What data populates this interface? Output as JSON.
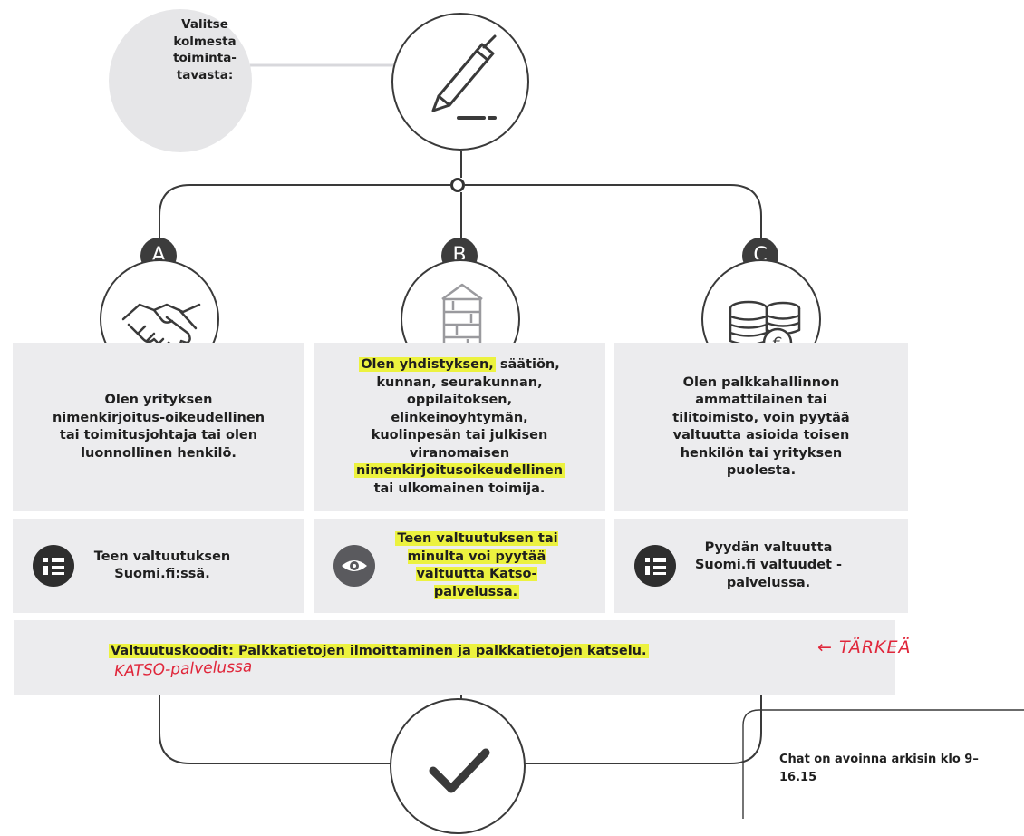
{
  "intro": {
    "text": "Valitse kolmesta toiminta-tavasta:"
  },
  "options": [
    {
      "letter": "A",
      "icon": "handshake-icon",
      "description": "Olen yrityksen nimenkirjoitus-oikeudellinen tai toimitusjohtaja tai olen luonnollinen henkilö.",
      "action_icon": "list-icon",
      "action": "Teen valtuutuksen Suomi.fi:ssä."
    },
    {
      "letter": "B",
      "icon": "building-icon",
      "description_parts": [
        {
          "text": "Olen yhdistyksen,",
          "highlight": true
        },
        {
          "text": " säätiön, kunnan, seurakunnan, oppilaitoksen, elinkeinoyhtymän, kuolinpesän tai julkisen viranomaisen ",
          "highlight": false
        },
        {
          "text": "nimenkirjoitusoikeudellinen",
          "highlight": true
        },
        {
          "text": " tai ulkomainen toimija.",
          "highlight": false
        }
      ],
      "action_icon": "eye-icon",
      "action": "Teen valtuutuksen tai minulta voi pyytää valtuutta Katso-palvelussa."
    },
    {
      "letter": "C",
      "icon": "coins-euro-icon",
      "description": "Olen palkkahallinnon ammattilainen tai tilitoimisto, voin pyytää valtuutta asioida toisen henkilön tai yrityksen puolesta.",
      "action_icon": "list-icon",
      "action": "Pyydän valtuutta Suomi.fi valtuudet -palvelussa."
    }
  ],
  "codes": {
    "text": "Valtuutuskoodit: Palkkatietojen ilmoittaminen ja palkkatietojen katselu.",
    "handwritten_arrow_note": "← TÄRKEÄ",
    "handwritten_note": "KATSO-palvelussa"
  },
  "chat": {
    "text": "Chat on avoinna arkisin klo 9–16.15"
  },
  "colors": {
    "highlight": "#ecf23f",
    "box": "#ececee",
    "ink": "#e0263a",
    "badge": "#3c3c3c"
  }
}
